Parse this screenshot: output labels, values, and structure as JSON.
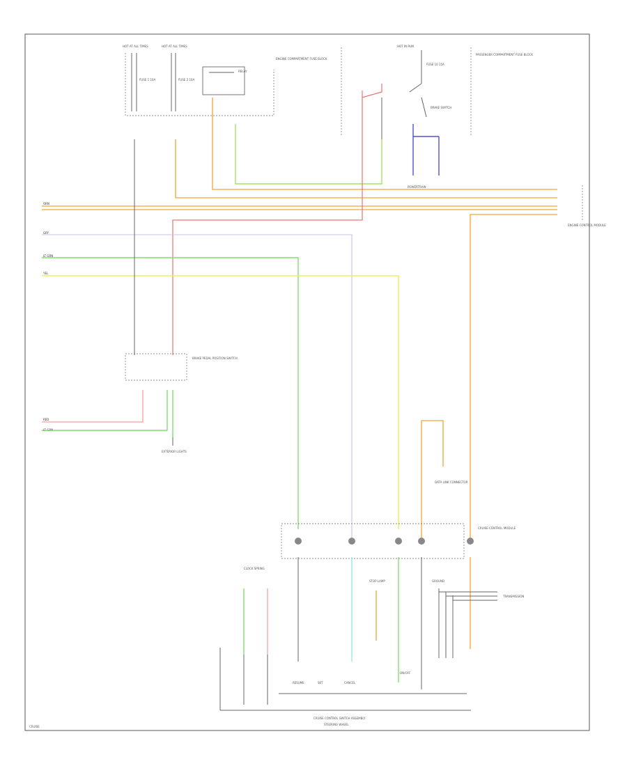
{
  "diagram": {
    "labels": {
      "fuse_a_header": "HOT AT ALL TIMES",
      "fuse_b_header": "HOT AT ALL TIMES",
      "fuse_a_name": "FUSE 1 10A",
      "fuse_b_name": "FUSE 2 10A",
      "relay_name": "RELAY",
      "junction_box": "ENGINE COMPARTMENT FUSE BLOCK",
      "hot_top_right": "HOT IN RUN",
      "fuse_right": "FUSE 10 15A",
      "compartment_right": "PASSENGER COMPARTMENT FUSE BLOCK",
      "brake_switch": "BRAKE SWITCH",
      "harness_label": "POWERTRAIN",
      "right_module": "ENGINE CONTROL MODULE",
      "wire_row_1": "ORN",
      "wire_row_2": "GRY",
      "wire_row_3": "LT GRN",
      "wire_row_4": "YEL",
      "wire_row_5": "RED",
      "wire_row_6": "LT GRN",
      "brake_relay": "BRAKE PEDAL POSITION SWITCH",
      "left_ground": "EXTERIOR LIGHTS",
      "dlc_label": "DATA LINK CONNECTOR",
      "main_module": "CRUISE CONTROL MODULE",
      "left_bottom_sw": "CLOCK SPRING",
      "stop_label": "STOP LAMP",
      "ground_right": "GROUND",
      "transmission": "TRANSMISSION",
      "resume": "RESUME",
      "set": "SET",
      "cancel": "CANCEL",
      "on_off": "ON/OFF",
      "switch_assembly": "CRUISE CONTROL SWITCH ASSEMBLY",
      "steering": "STEERING WHEEL",
      "footer": "CRUISE"
    }
  }
}
